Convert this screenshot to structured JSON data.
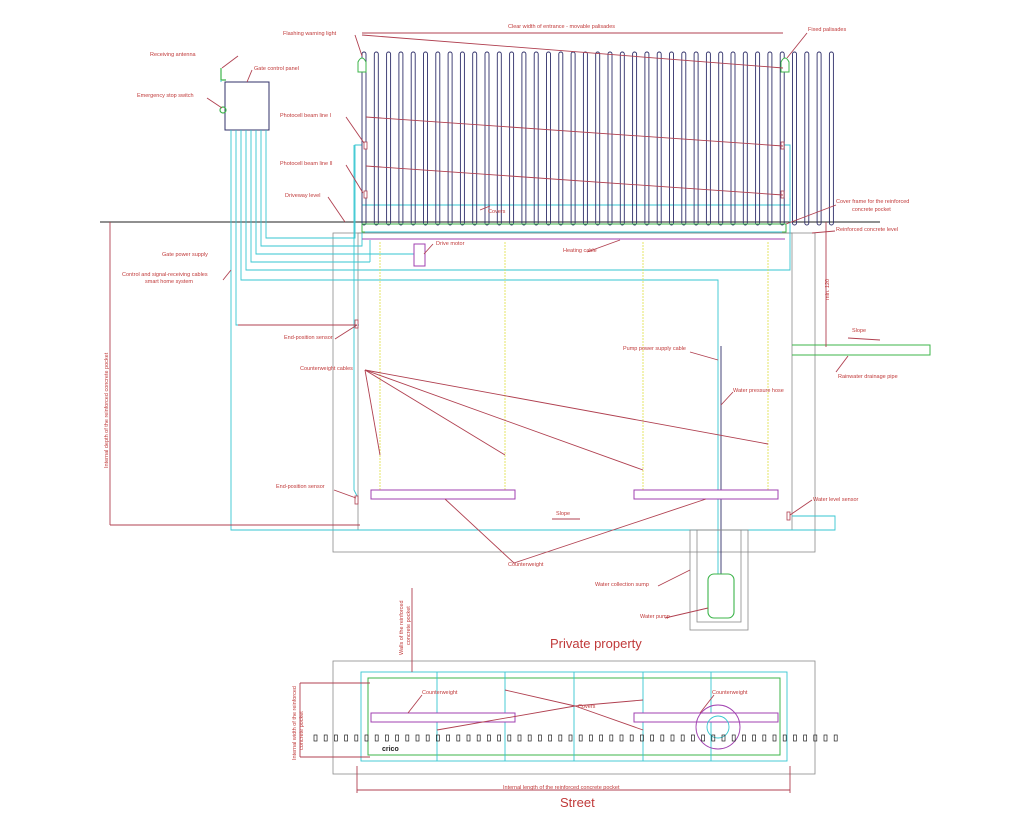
{
  "labels": {
    "clear_width": "Clear width of entrance - movable palisades",
    "flashing_light": "Flashing warning light",
    "fixed_palisades": "Fixed palisades",
    "receiving_antenna": "Receiving antenna",
    "gate_control_panel": "Gate control panel",
    "emergency_stop": "Emergency stop switch",
    "photocell_1": "Photocell beam line I",
    "photocell_2": "Photocell beam line II",
    "driveway_level": "Driveway level",
    "covers_top": "Covers",
    "cover_frame_1": "Cover frame for the reinforced",
    "cover_frame_2": "concrete pocket",
    "reinforced_concrete_level": "Reinforced concrete level",
    "gate_power_supply": "Gate power supply",
    "drive_motor": "Drive motor",
    "heating_cable": "Heating cable",
    "control_cables_1": "Control and signal-receiving cables",
    "control_cables_2": "smart home system",
    "depth_dimension": "min. 120",
    "internal_depth": "Internal depth of the reinforced concrete pocket",
    "end_position_sensor_top": "End-position sensor",
    "end_position_sensor_bottom": "End-position sensor",
    "slope_right": "Slope",
    "slope_bottom": "Slope",
    "pump_power_cable": "Pump power supply cable",
    "rainwater_pipe": "Rainwater drainage pipe",
    "counterweight_cables": "Counterweight cables",
    "water_pressure_hose": "Water pressure hose",
    "water_level_sensor": "Water level sensor",
    "counterweight_section": "Counterweight",
    "water_collection_sump": "Water collection sump",
    "water_pump": "Water pump",
    "private_property": "Private property",
    "walls_1": "Walls of the reinforced",
    "walls_2": "concrete pocket",
    "counterweight_left": "Counterweight",
    "counterweight_right": "Counterweight",
    "covers_plan": "Covers",
    "internal_width_1": "Internal width of the reinforced",
    "internal_width_2": "concrete pocket",
    "internal_length": "Internal length of the reinforced concrete pocket",
    "street": "Street",
    "logo": "crico"
  },
  "colors": {
    "label": "#c03a3a",
    "leader": "#b04050",
    "cable": "#36c6d0",
    "structure": "#8a8a8a",
    "cover": "#3cb44a",
    "palisade": "#30306a",
    "counterweight": "#a040b0",
    "counterweight_cable": "#e0e040"
  }
}
